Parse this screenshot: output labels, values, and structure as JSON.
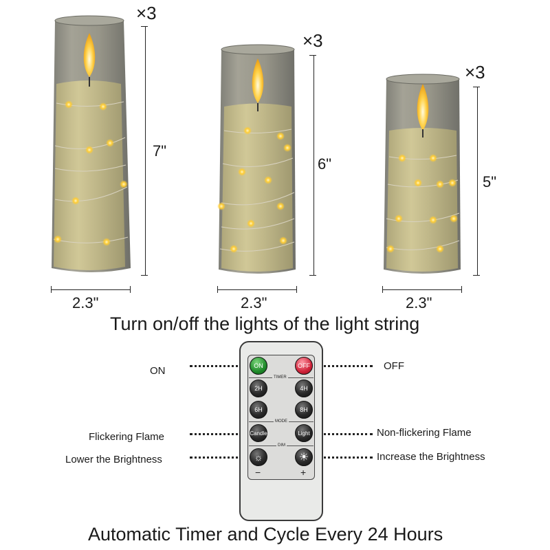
{
  "candles": [
    {
      "height_label": "7\"",
      "width_label": "2.3\"",
      "quantity_label": "×3"
    },
    {
      "height_label": "6\"",
      "width_label": "2.3\"",
      "quantity_label": "×3"
    },
    {
      "height_label": "5\"",
      "width_label": "2.3\"",
      "quantity_label": "×3"
    }
  ],
  "headline_top": "Turn on/off  the lights of the light string",
  "headline_bottom": "Automatic Timer and Cycle Every 24 Hours",
  "remote": {
    "on_label": "ON",
    "off_label": "OFF",
    "timer_label": "TIMER",
    "timer_buttons": [
      "2H",
      "4H",
      "6H",
      "8H"
    ],
    "mode_label": "MODE",
    "candle_label": "Candle",
    "light_label": "Light",
    "dim_label": "DIM",
    "minus_label": "−",
    "plus_label": "+"
  },
  "callouts": {
    "on": "ON",
    "off": "OFF",
    "flickering": "Flickering Flame",
    "non_flickering": "Non-flickering Flame",
    "lower": "Lower the Brightness",
    "increase": "Increase the Brightness"
  },
  "colors": {
    "glass": "#8a8a7e",
    "wax": "#cfc58f",
    "flame": "#ffcf4a"
  }
}
